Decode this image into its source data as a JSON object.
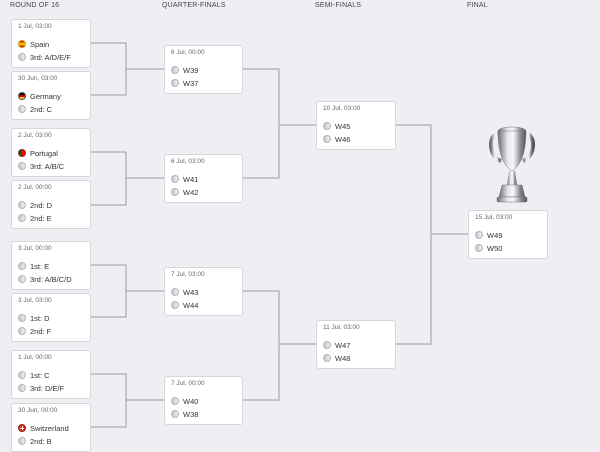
{
  "stages": {
    "round_of_16": "ROUND OF 16",
    "quarter_finals": "QUARTER-FINALS",
    "semi_finals": "SEMI-FINALS",
    "final": "FINAL"
  },
  "round_of_16": [
    {
      "date": "1 Jul, 03:00",
      "home": {
        "name": "Spain",
        "flag": "spain"
      },
      "away": {
        "name": "3rd: A/D/E/F",
        "flag": "neutral"
      }
    },
    {
      "date": "30 Jun, 03:00",
      "home": {
        "name": "Germany",
        "flag": "germany"
      },
      "away": {
        "name": "2nd: C",
        "flag": "neutral"
      }
    },
    {
      "date": "2 Jul, 03:00",
      "home": {
        "name": "Portugal",
        "flag": "portugal"
      },
      "away": {
        "name": "3rd: A/B/C",
        "flag": "neutral"
      }
    },
    {
      "date": "2 Jul, 00:00",
      "home": {
        "name": "2nd: D",
        "flag": "neutral"
      },
      "away": {
        "name": "2nd: E",
        "flag": "neutral"
      }
    },
    {
      "date": "3 Jul, 00:00",
      "home": {
        "name": "1st: E",
        "flag": "neutral"
      },
      "away": {
        "name": "3rd: A/B/C/D",
        "flag": "neutral"
      }
    },
    {
      "date": "3 Jul, 03:00",
      "home": {
        "name": "1st: D",
        "flag": "neutral"
      },
      "away": {
        "name": "2nd: F",
        "flag": "neutral"
      }
    },
    {
      "date": "1 Jul, 00:00",
      "home": {
        "name": "1st: C",
        "flag": "neutral"
      },
      "away": {
        "name": "3rd: D/E/F",
        "flag": "neutral"
      }
    },
    {
      "date": "30 Jun, 00:00",
      "home": {
        "name": "Switzerland",
        "flag": "switzerland"
      },
      "away": {
        "name": "2nd: B",
        "flag": "neutral"
      }
    }
  ],
  "quarter_finals": [
    {
      "date": "6 Jul, 00:00",
      "home": {
        "name": "W39",
        "flag": "neutral"
      },
      "away": {
        "name": "W37",
        "flag": "neutral"
      }
    },
    {
      "date": "6 Jul, 03:00",
      "home": {
        "name": "W41",
        "flag": "neutral"
      },
      "away": {
        "name": "W42",
        "flag": "neutral"
      }
    },
    {
      "date": "7 Jul, 03:00",
      "home": {
        "name": "W43",
        "flag": "neutral"
      },
      "away": {
        "name": "W44",
        "flag": "neutral"
      }
    },
    {
      "date": "7 Jul, 00:00",
      "home": {
        "name": "W40",
        "flag": "neutral"
      },
      "away": {
        "name": "W38",
        "flag": "neutral"
      }
    }
  ],
  "semi_finals": [
    {
      "date": "10 Jul, 03:00",
      "home": {
        "name": "W45",
        "flag": "neutral"
      },
      "away": {
        "name": "W46",
        "flag": "neutral"
      }
    },
    {
      "date": "11 Jul, 03:00",
      "home": {
        "name": "W47",
        "flag": "neutral"
      },
      "away": {
        "name": "W48",
        "flag": "neutral"
      }
    }
  ],
  "final": [
    {
      "date": "15 Jul, 03:00",
      "home": {
        "name": "W49",
        "flag": "neutral"
      },
      "away": {
        "name": "W50",
        "flag": "neutral"
      }
    }
  ],
  "trophy": {
    "icon": "trophy-icon"
  },
  "colors": {
    "background": "#eeeef3",
    "card": "#ffffff",
    "line": "#9a9aa3"
  }
}
